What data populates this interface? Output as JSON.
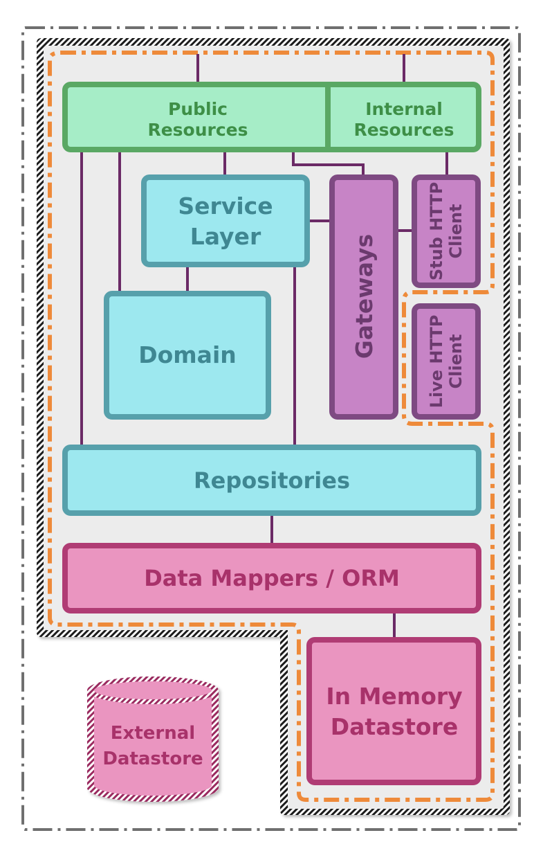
{
  "boxes": {
    "public_resources": {
      "line1": "Public",
      "line2": "Resources"
    },
    "internal_resources": {
      "line1": "Internal",
      "line2": "Resources"
    },
    "service_layer": {
      "line1": "Service",
      "line2": "Layer"
    },
    "domain": {
      "label": "Domain"
    },
    "gateways": {
      "label": "Gateways"
    },
    "stub_http_client": {
      "line1": "Stub HTTP",
      "line2": "Client"
    },
    "live_http_client": {
      "line1": "Live HTTP",
      "line2": "Client"
    },
    "repositories": {
      "label": "Repositories"
    },
    "data_mappers": {
      "label": "Data Mappers / ORM"
    },
    "in_memory_datastore": {
      "line1": "In Memory",
      "line2": "Datastore"
    },
    "external_datastore": {
      "line1": "External",
      "line2": "Datastore"
    }
  },
  "colors": {
    "green_fill": "#a6edc7",
    "green_stroke": "#5aa864",
    "green_text": "#3e8f47",
    "cyan_fill": "#9de8ef",
    "cyan_stroke": "#57a0ab",
    "cyan_text": "#3f8792",
    "purple_fill": "#c784c6",
    "purple_stroke": "#7e4a82",
    "purple_text": "#6b3a6e",
    "pink_fill": "#ea95c0",
    "pink_stroke": "#b03c74",
    "pink_text": "#a8326a",
    "connector": "#6b2a66",
    "orange_dash": "#ee8a3a",
    "outer_dash": "#6f6f6f"
  }
}
